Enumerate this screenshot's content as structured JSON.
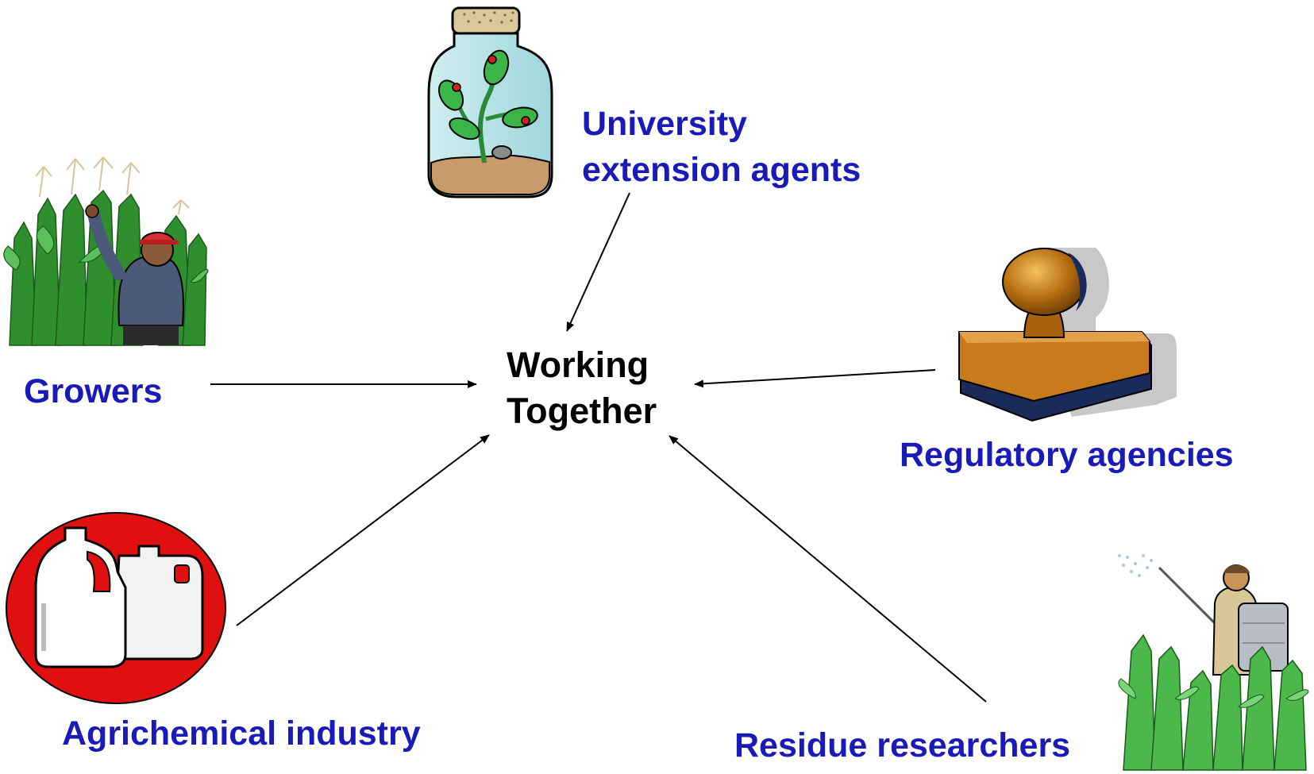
{
  "center": {
    "line1": "Working",
    "line2": "Together",
    "color": "#000000"
  },
  "stakeholders": {
    "university": {
      "line1": "University",
      "line2": "extension agents",
      "icon": "plant-jar-icon"
    },
    "growers": {
      "label": "Growers",
      "icon": "farmer-cornfield-icon"
    },
    "regulatory": {
      "label": "Regulatory agencies",
      "icon": "rubber-stamp-icon"
    },
    "agrichemical": {
      "label": "Agrichemical industry",
      "icon": "chemical-jugs-icon"
    },
    "residue": {
      "label": "Residue researchers",
      "icon": "sprayer-worker-icon"
    }
  },
  "colors": {
    "label": "#1a1ab8",
    "arrow": "#000000"
  }
}
